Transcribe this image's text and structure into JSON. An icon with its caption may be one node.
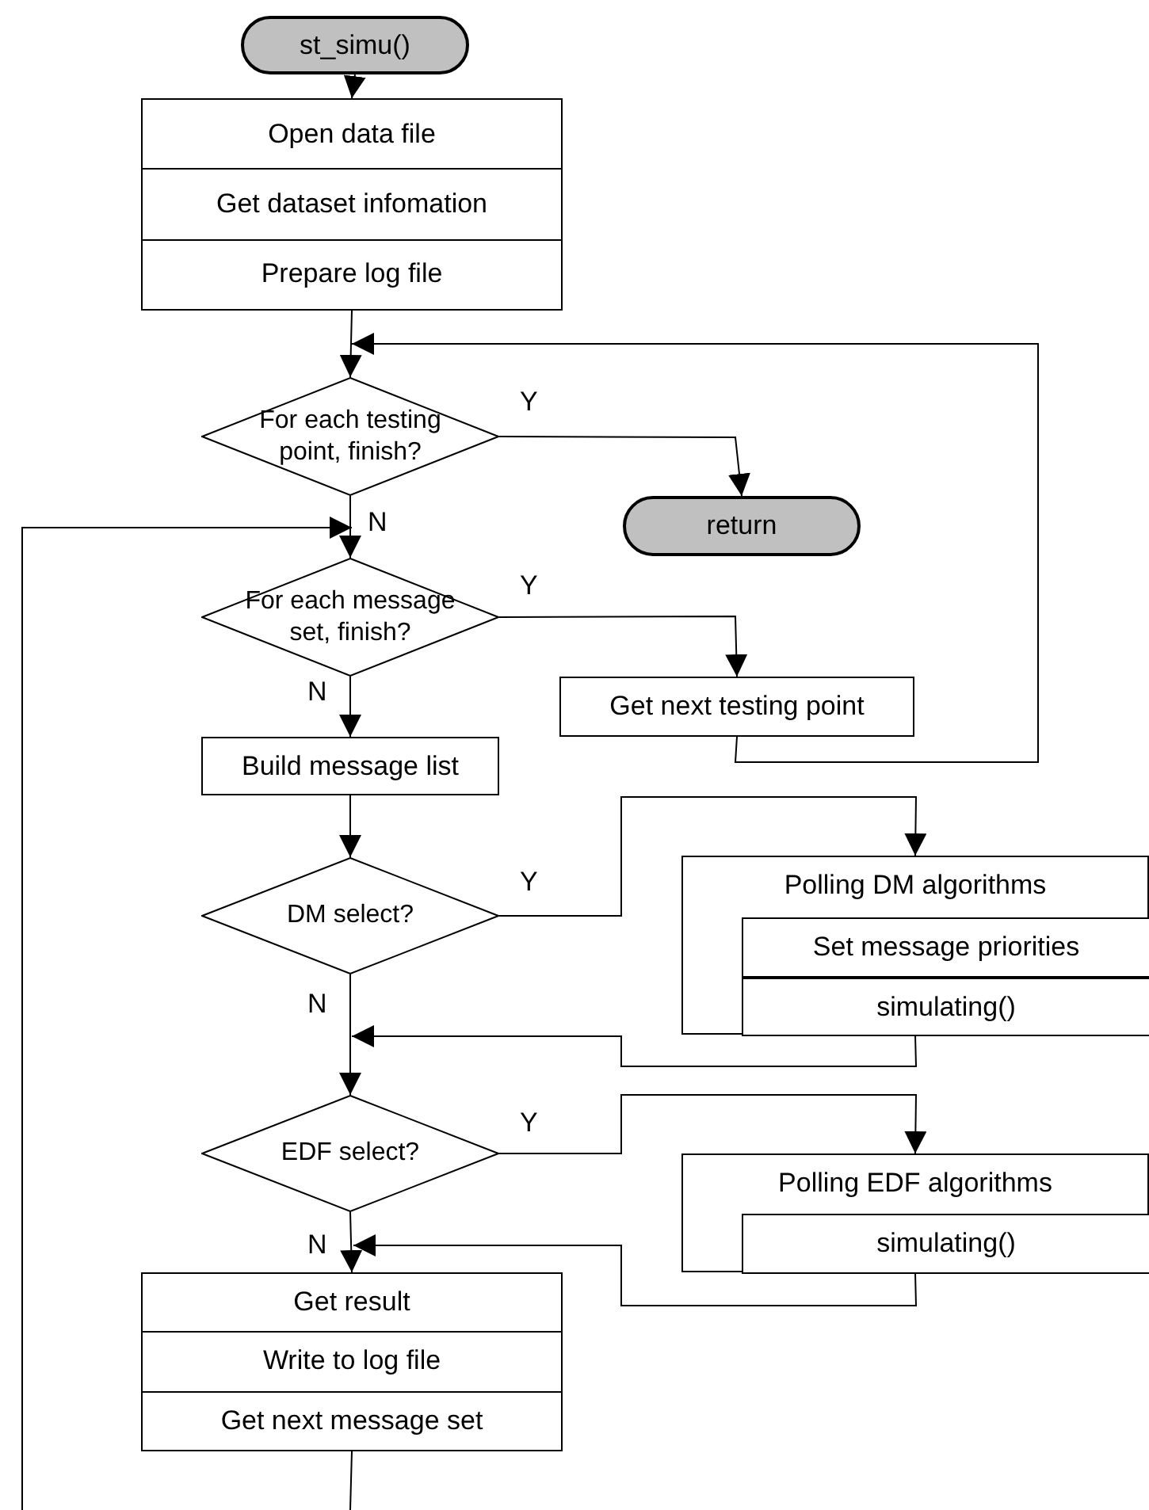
{
  "diagram": {
    "nodes": [
      {
        "text": [
          "st_simu()"
        ]
      },
      {
        "text": [
          "Open data file",
          "Get dataset infomation",
          "Prepare log file"
        ]
      },
      {
        "text": [
          "For each testing point, finish?"
        ]
      },
      {
        "text": [
          "return"
        ]
      },
      {
        "text": [
          "For each message set, finish?"
        ]
      },
      {
        "text": [
          "Get next testing point"
        ]
      },
      {
        "text": [
          "Build message list"
        ]
      },
      {
        "text": [
          "DM select?"
        ]
      },
      {
        "text": [
          "Polling DM algorithms"
        ]
      },
      {
        "text": [
          "Set message priorities"
        ],
        "in": 8
      },
      {
        "text": [
          "simulating()"
        ],
        "in": 8
      },
      {
        "text": [
          "EDF select?"
        ]
      },
      {
        "text": [
          "Polling EDF algorithms"
        ]
      },
      {
        "text": [
          "simulating()"
        ],
        "in": 12
      },
      {
        "text": [
          "Get result",
          "Write to log file",
          "Get next message set"
        ]
      }
    ],
    "edges": [
      {
        "from": 0,
        "to": 1,
        "arrow": "to"
      },
      {
        "from": 1,
        "to": 2,
        "arrow": "to"
      },
      {
        "from": 2,
        "to": 3,
        "arrow": "to",
        "label": "Y"
      },
      {
        "from": 2,
        "to": 4,
        "arrow": "to",
        "label": "N"
      },
      {
        "from": 4,
        "to": 5,
        "arrow": "to",
        "label": "Y"
      },
      {
        "from": 4,
        "to": 6,
        "arrow": "to",
        "label": "N"
      },
      {
        "from": 5,
        "to": 2,
        "arrow": "to"
      },
      {
        "from": 6,
        "to": 7,
        "arrow": "to"
      },
      {
        "from": 7,
        "to": 8,
        "arrow": "to",
        "label": "Y"
      },
      {
        "from": 7,
        "to": 11,
        "arrow": "to",
        "label": "N"
      },
      {
        "from": 8,
        "to": 11,
        "arrow": "to"
      },
      {
        "from": 11,
        "to": 12,
        "arrow": "to",
        "label": "Y"
      },
      {
        "from": 11,
        "to": 14,
        "arrow": "to",
        "label": "N"
      },
      {
        "from": 12,
        "to": 14,
        "arrow": "to"
      },
      {
        "from": 14,
        "to": null,
        "arrow": "none"
      },
      {
        "from": null,
        "to": 4,
        "arrow": "to"
      }
    ]
  }
}
